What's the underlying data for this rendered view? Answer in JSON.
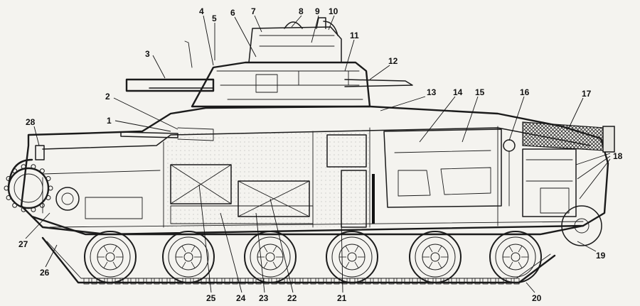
{
  "callouts": [
    {
      "id": "c1",
      "label": "1"
    },
    {
      "id": "c2",
      "label": "2"
    },
    {
      "id": "c3",
      "label": "3"
    },
    {
      "id": "c4",
      "label": "4"
    },
    {
      "id": "c5",
      "label": "5"
    },
    {
      "id": "c6",
      "label": "6"
    },
    {
      "id": "c7",
      "label": "7"
    },
    {
      "id": "c8",
      "label": "8"
    },
    {
      "id": "c9",
      "label": "9"
    },
    {
      "id": "c10",
      "label": "10"
    },
    {
      "id": "c11",
      "label": "11"
    },
    {
      "id": "c12",
      "label": "12"
    },
    {
      "id": "c13",
      "label": "13"
    },
    {
      "id": "c14",
      "label": "14"
    },
    {
      "id": "c15",
      "label": "15"
    },
    {
      "id": "c16",
      "label": "16"
    },
    {
      "id": "c17",
      "label": "17"
    },
    {
      "id": "c18",
      "label": "18"
    },
    {
      "id": "c19",
      "label": "19"
    },
    {
      "id": "c20",
      "label": "20"
    },
    {
      "id": "c21",
      "label": "21"
    },
    {
      "id": "c22",
      "label": "22"
    },
    {
      "id": "c23",
      "label": "23"
    },
    {
      "id": "c24",
      "label": "24"
    },
    {
      "id": "c25",
      "label": "25"
    },
    {
      "id": "c26",
      "label": "26"
    },
    {
      "id": "c27",
      "label": "27"
    },
    {
      "id": "c28",
      "label": "28"
    }
  ]
}
